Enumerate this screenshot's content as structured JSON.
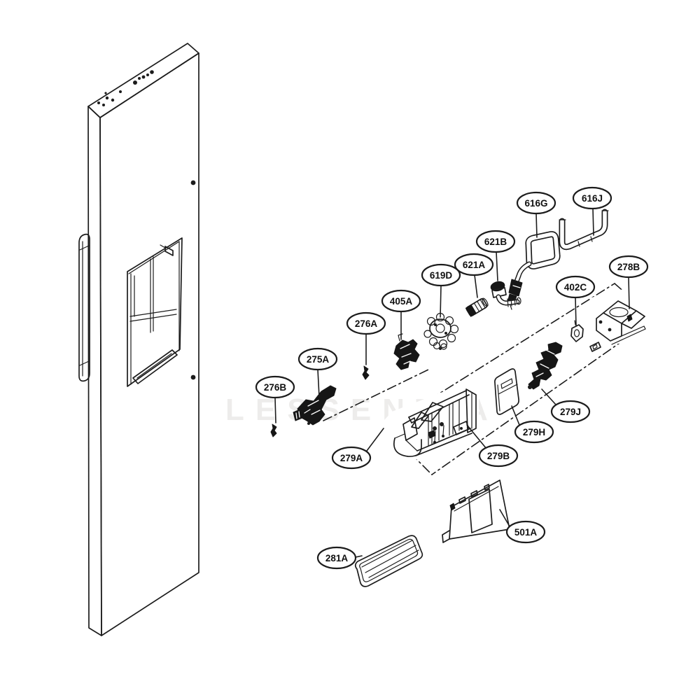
{
  "diagram": {
    "type": "exploded-parts-diagram",
    "background": "#ffffff",
    "line_color": "#1c1c1c",
    "watermark": "LESSENTIA",
    "callouts": {
      "c616G": "616G",
      "c616J": "616J",
      "c621B": "621B",
      "c621A": "621A",
      "c619D": "619D",
      "c405A": "405A",
      "c276A": "276A",
      "c275A": "275A",
      "c276B": "276B",
      "c402C": "402C",
      "c278B": "278B",
      "c279J": "279J",
      "c279H": "279H",
      "c279B": "279B",
      "c279A": "279A",
      "c501A": "501A",
      "c281A": "281A"
    }
  }
}
